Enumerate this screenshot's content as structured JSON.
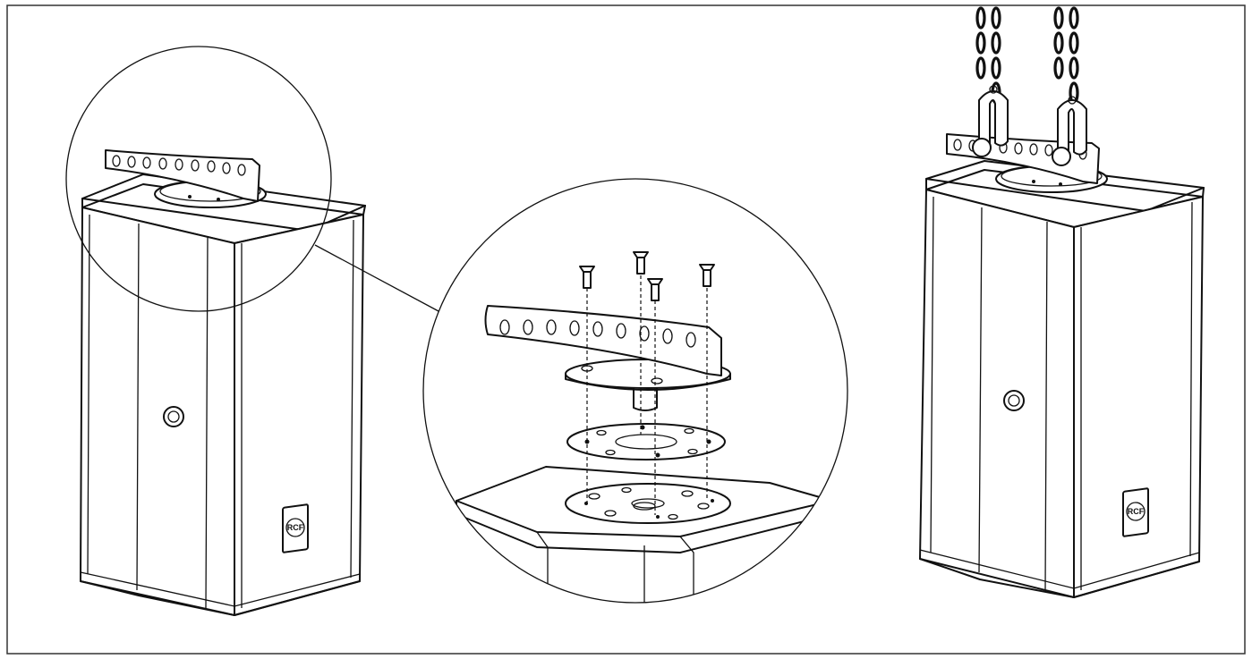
{
  "figure": {
    "panels": [
      {
        "name": "speaker-with-bracket"
      },
      {
        "name": "bracket-assembly-detail"
      },
      {
        "name": "speaker-suspended-by-chains"
      }
    ],
    "logo_text": "RCF",
    "colors": {
      "line": "#111111",
      "background": "#ffffff",
      "frame": "#333333"
    },
    "icons": [
      "circle-callout-icon",
      "screw-icon",
      "shackle-icon",
      "chain-icon"
    ]
  }
}
